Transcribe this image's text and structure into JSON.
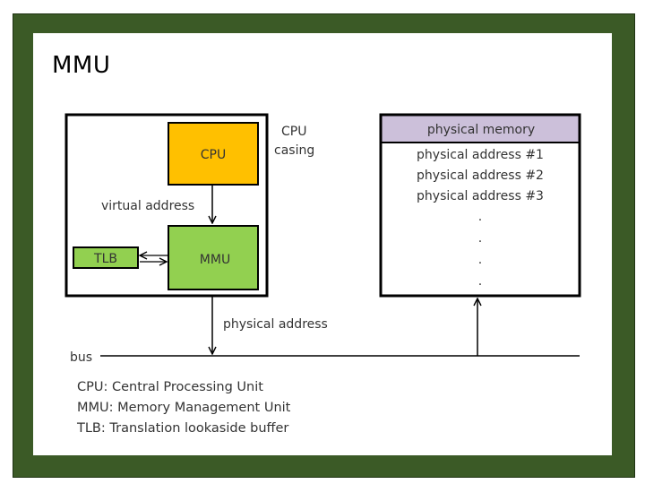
{
  "slide": {
    "title": "MMU"
  },
  "diagram": {
    "cpu_box": "CPU",
    "cpu_casing": [
      "CPU",
      "casing"
    ],
    "virtual_address": "virtual address",
    "mmu_box": "MMU",
    "tlb_box": "TLB",
    "physical_address": "physical address",
    "bus": "bus",
    "memory": {
      "header": "physical memory",
      "rows": [
        "physical address #1",
        "physical address #2",
        "physical address #3",
        ".",
        ".",
        ".",
        "."
      ]
    }
  },
  "legend": [
    "CPU: Central Processing Unit",
    "MMU: Memory Management Unit",
    "TLB: Translation lookaside buffer"
  ],
  "colors": {
    "frame": "#3b5a26",
    "cpu_fill": "#ffc000",
    "mmu_fill": "#92d050",
    "memory_header": "#ccc0da"
  }
}
